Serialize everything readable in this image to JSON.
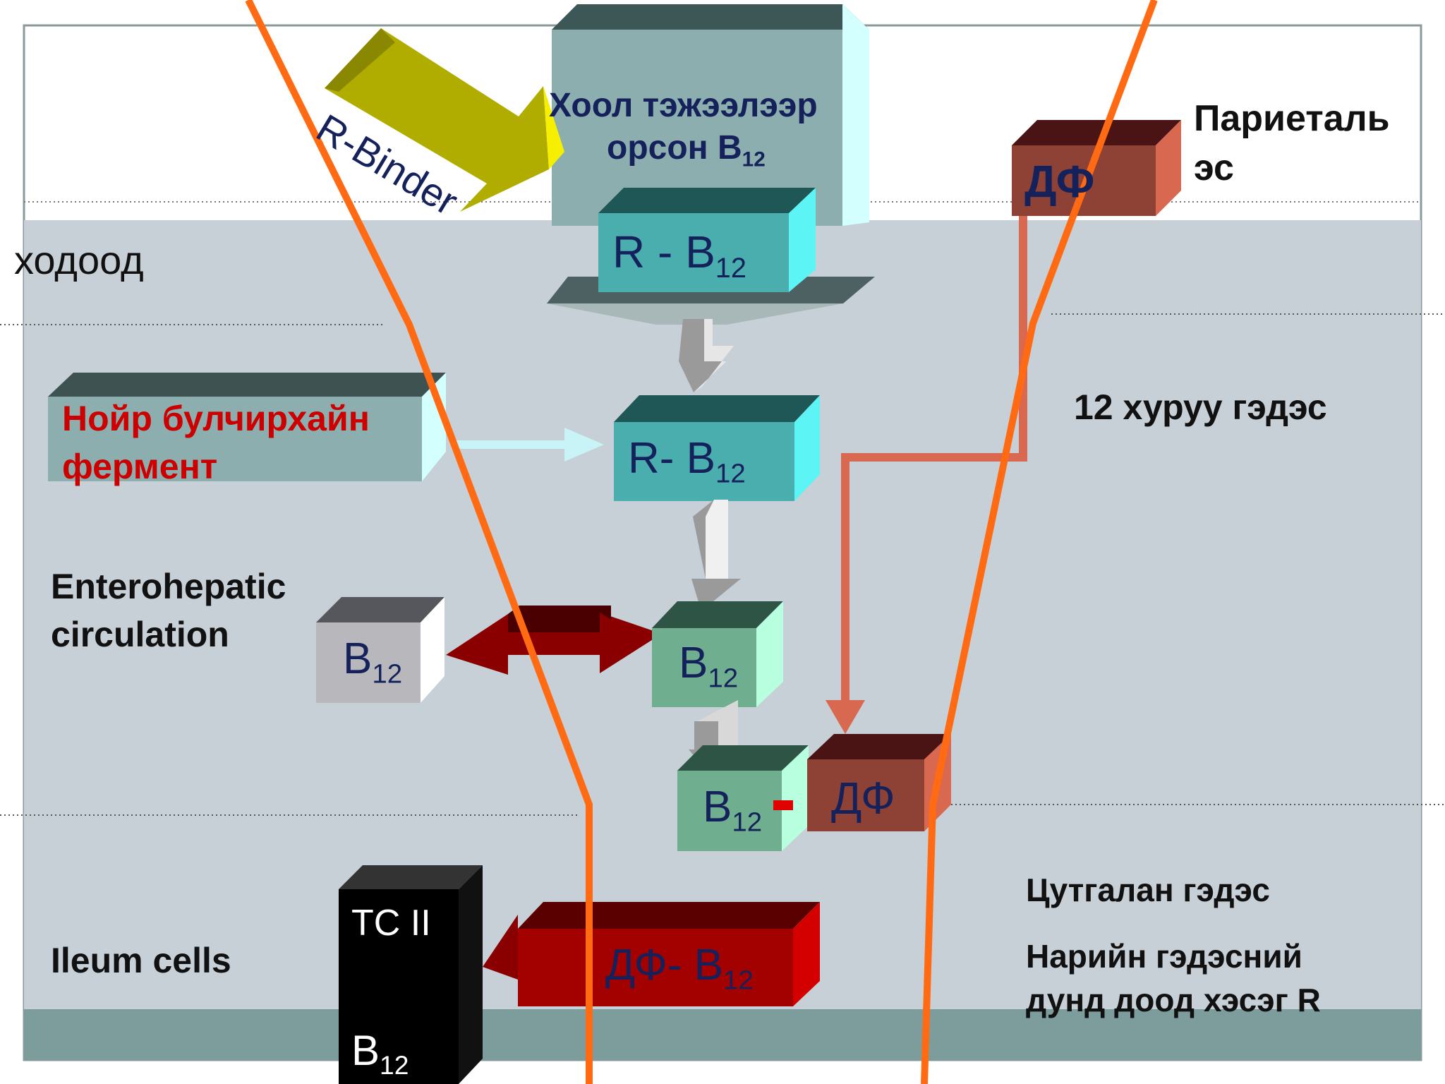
{
  "labels": {
    "stomach": "ходоод",
    "parietal_line1": "Париеталь",
    "parietal_line2": "эс",
    "duodenum": "12 хуруу гэдэс",
    "enterohepatic_line1": "Enterohepatic",
    "enterohepatic_line2": "circulation",
    "bile": "Цутгалан гэдэс",
    "ileum_region_line1": "Нарийн гэдэсний",
    "ileum_region_line2": "дунд доод хэсэг R",
    "ileum_cells": "Ileum cells"
  },
  "boxes": {
    "food_b12_line1": "Хоол тэжээлээр",
    "food_b12_line2": "орсон B",
    "food_b12_sub": "12",
    "r_b12_top": "R - B",
    "r_b12_top_sub": "12",
    "pancreas_line1": "Нойр булчирхайн",
    "pancreas_line2": "фермент",
    "r_b12_mid": "R- B",
    "r_b12_mid_sub": "12",
    "b12_enterohepatic": "B",
    "b12_enterohepatic_sub": "12",
    "b12_free": "B",
    "b12_free_sub": "12",
    "b12_complex": "B",
    "b12_complex_sub": "12",
    "complex_dash": "-",
    "if_parietal": "ДФ",
    "if_complex": "ДФ",
    "if_b12": "ДФ- B",
    "if_b12_sub": "12",
    "tc2": "TC II",
    "tc2_b12": "B",
    "tc2_b12_sub": "12"
  },
  "arrows": {
    "r_binder": "R-Binder"
  },
  "colors": {
    "background_region": "#c6d0d6",
    "tract_wall": "#ff6a13",
    "food_box": "#8daeae",
    "rb12_box": "#4aaeae",
    "free_b12_box": "#6fae8e",
    "enterohepatic_b12_box": "#b8b8bc",
    "intrinsic_factor_box": "#8e4236",
    "if_b12_box": "#a30000",
    "tc2_box": "#000000",
    "pancreas_text": "#cc0000",
    "r_binder_arrow": "#b0ad00"
  }
}
